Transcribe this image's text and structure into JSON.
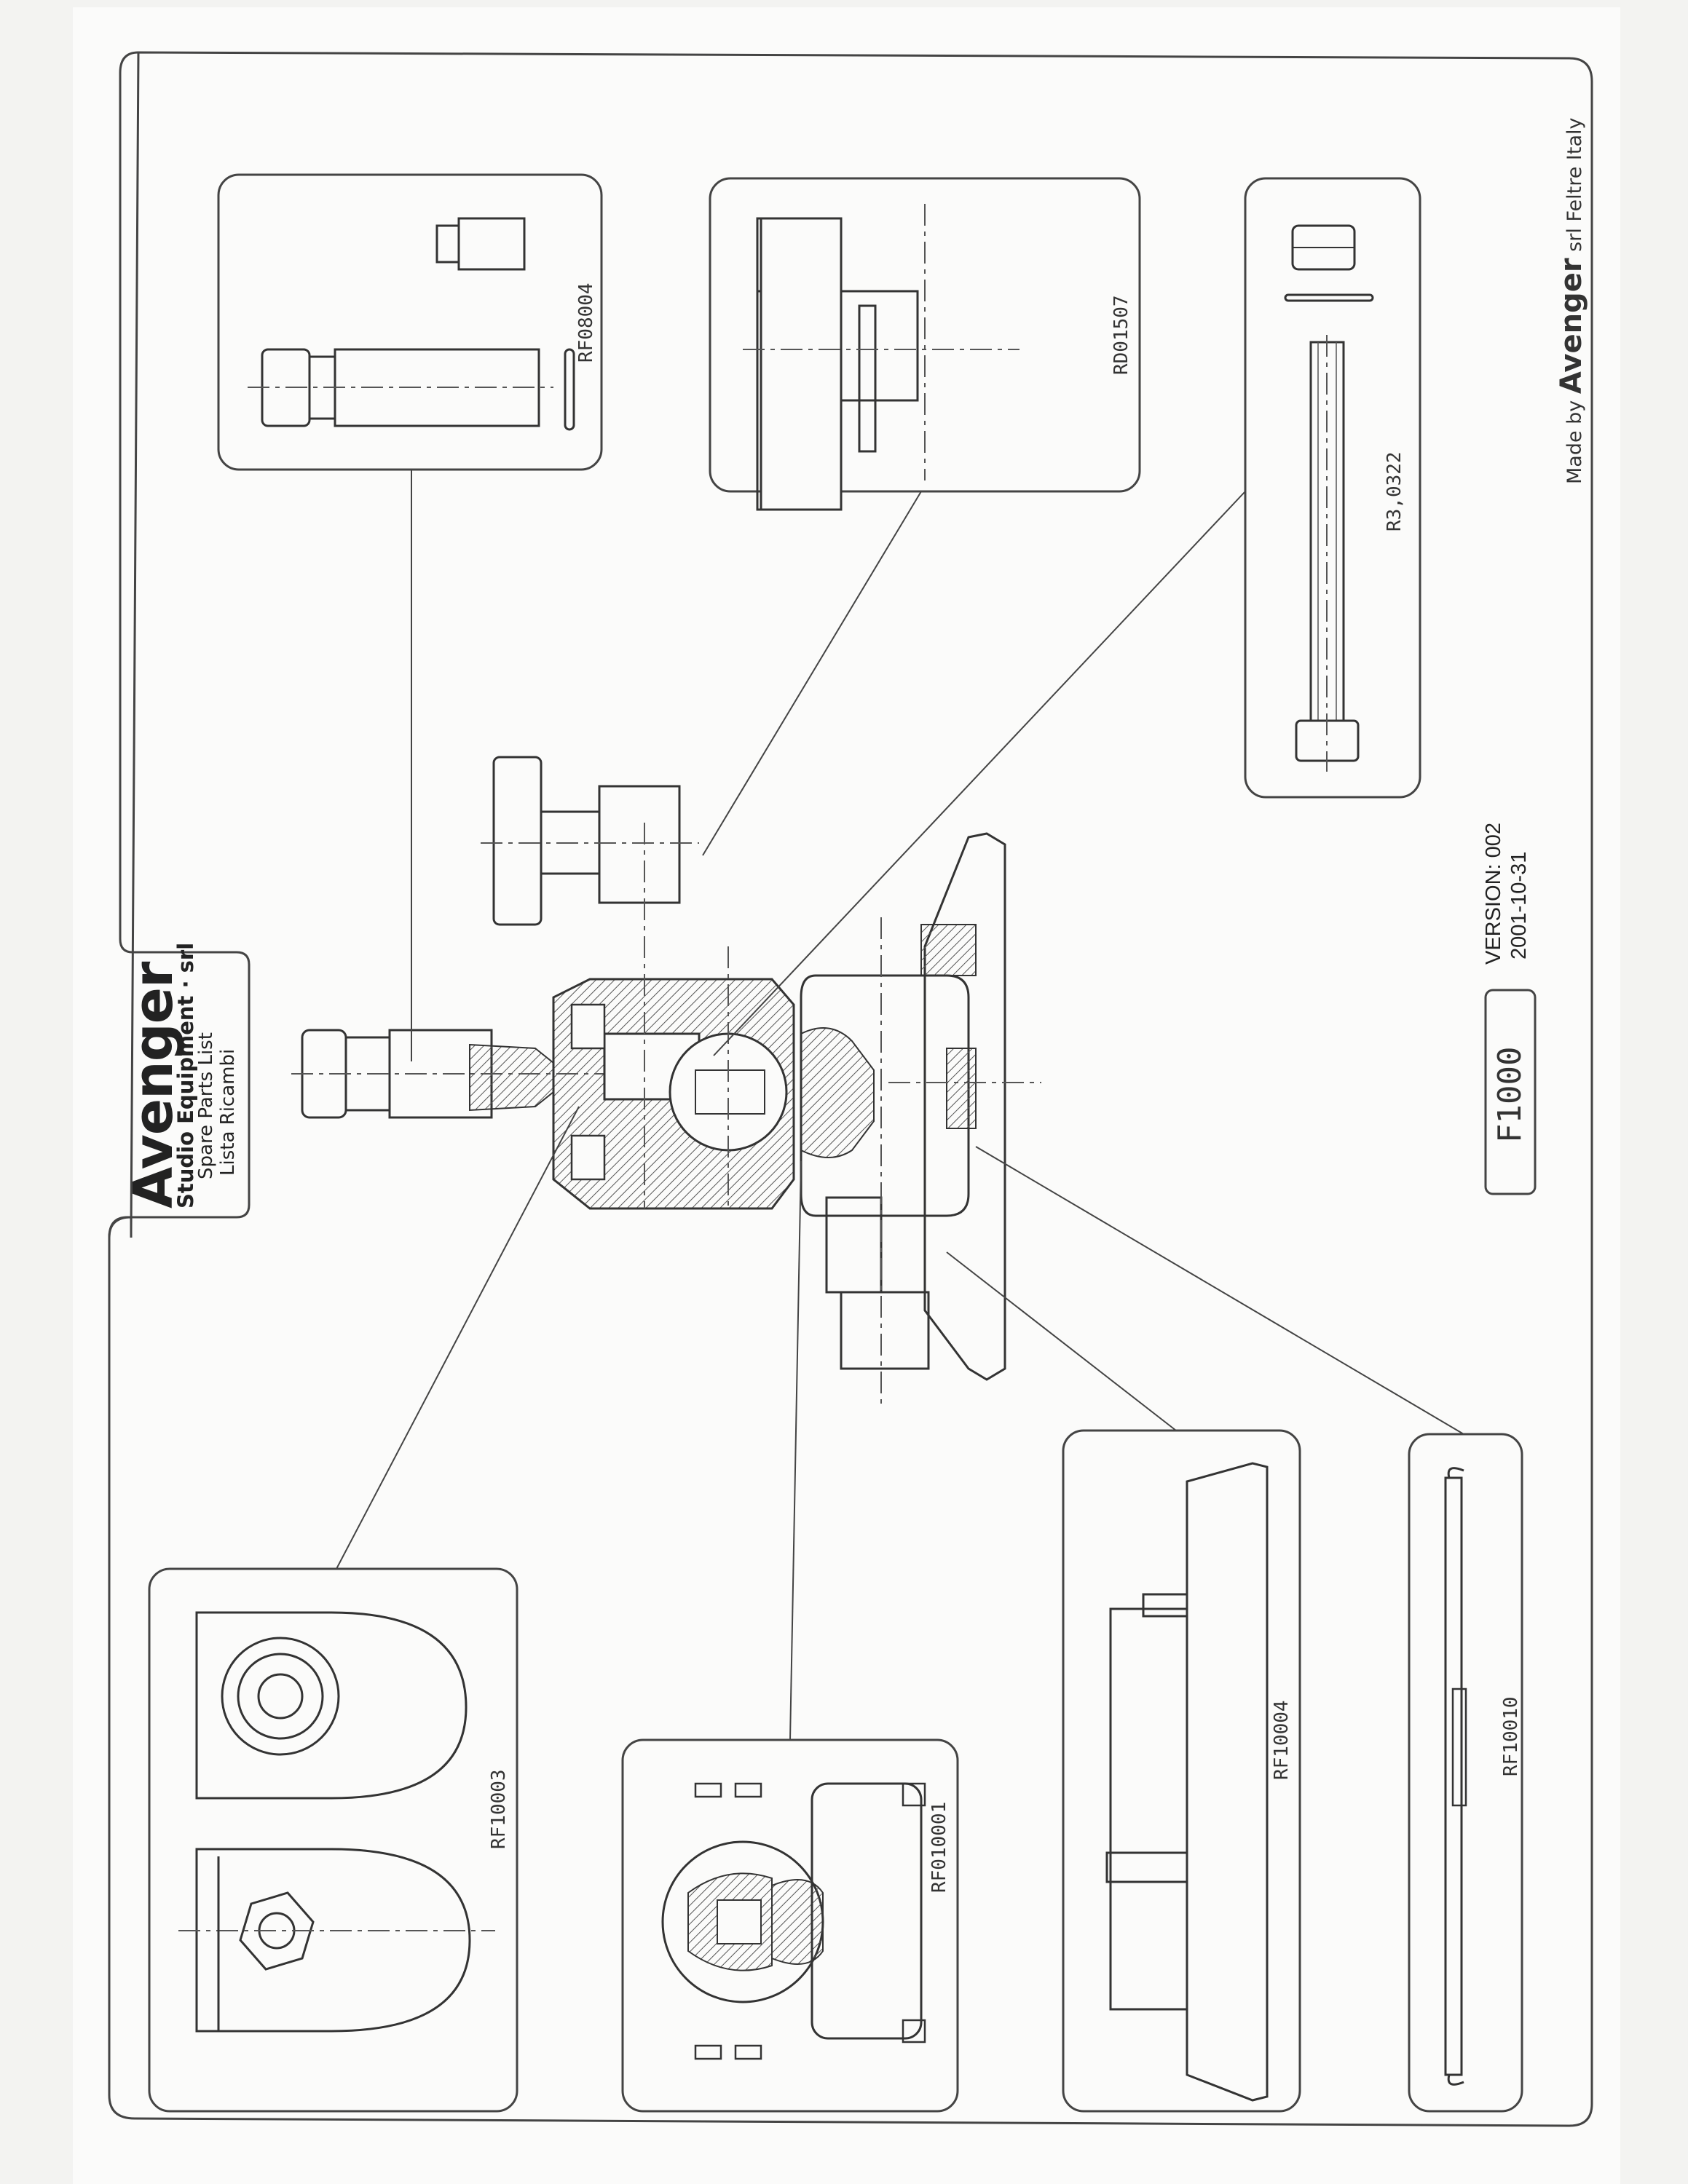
{
  "brand": {
    "name": "Avenger",
    "subtitle": "Studio Equipment · srl",
    "line1": "Spare Parts List",
    "line2": "Lista Ricambi"
  },
  "model": "F1000",
  "version": {
    "label": "VERSION: 002",
    "date": "2001-10-31"
  },
  "footer": {
    "made_by": "Made by",
    "brand": "Avenger",
    "suffix": "srl  Feltre Italy"
  },
  "parts": {
    "rf08004": "RF08004",
    "rd01507": "RD01507",
    "r30322": "R3,0322",
    "rf10003": "RF10003",
    "rf010001": "RF010001",
    "rf10004": "RF10004",
    "rf10010": "RF10010"
  }
}
